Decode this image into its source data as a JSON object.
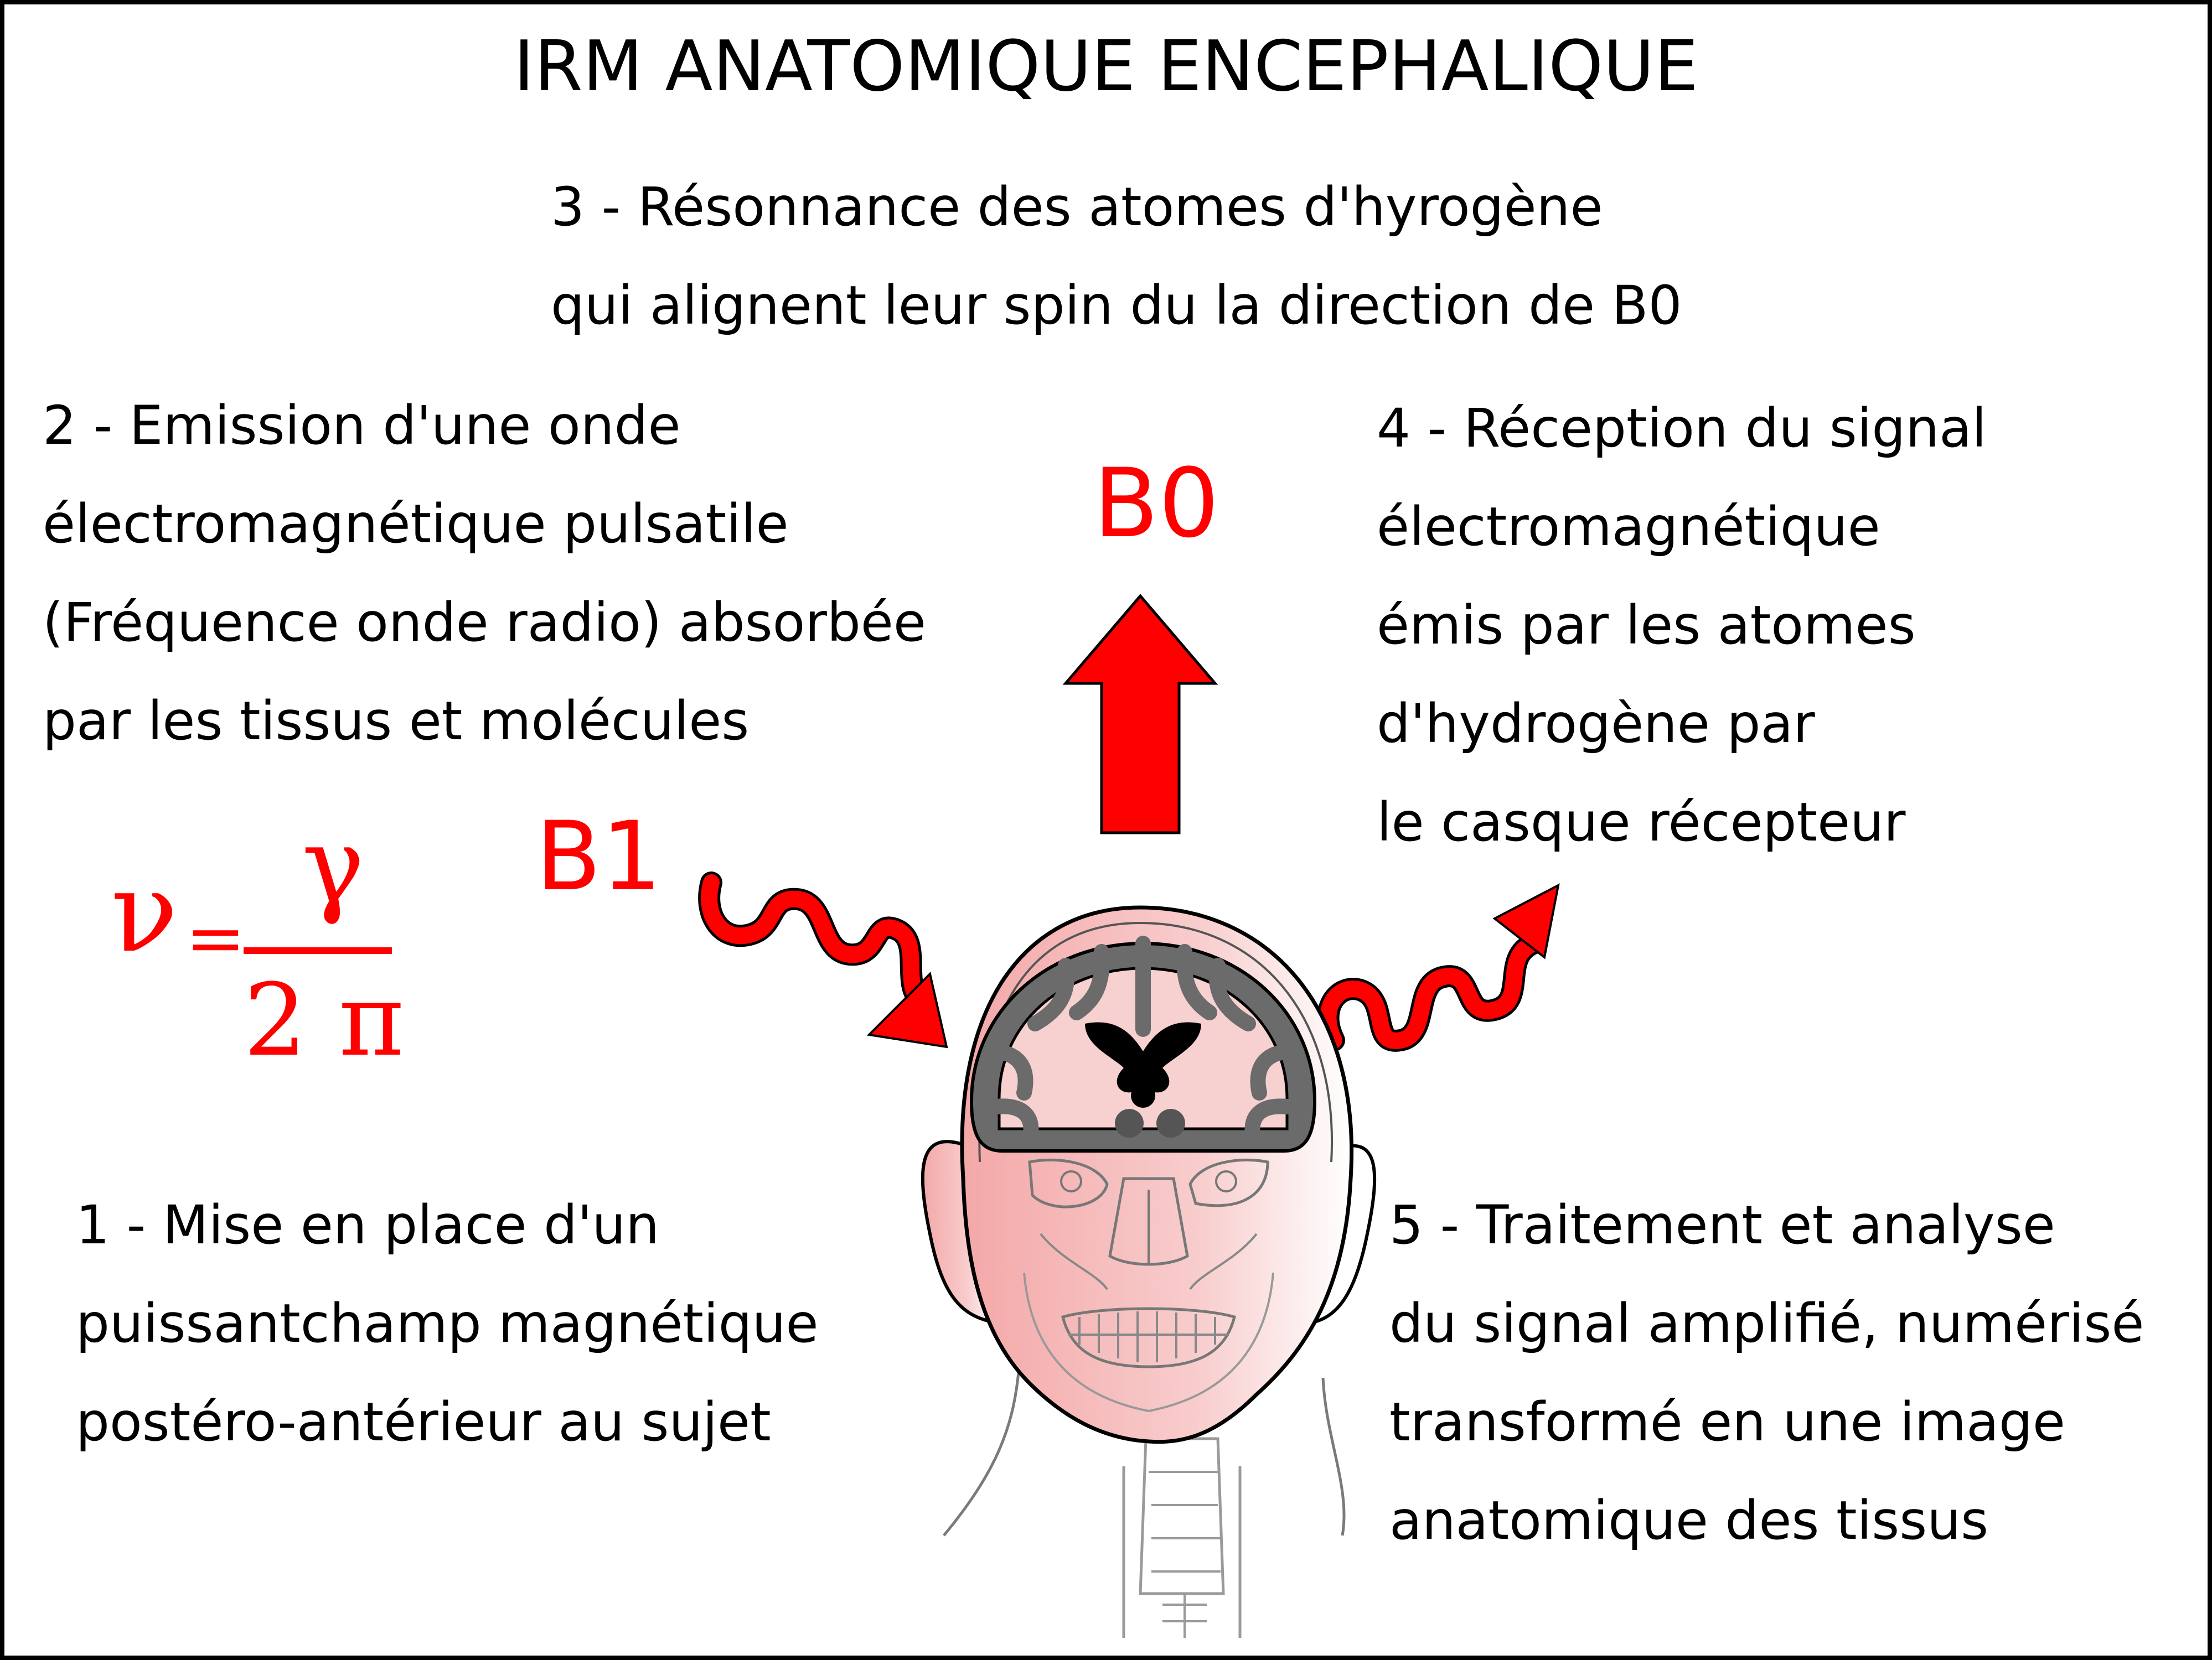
{
  "title": "IRM ANATOMIQUE ENCEPHALIQUE",
  "colors": {
    "accent": "#ff0000",
    "text": "#000000",
    "skin": "#f7c6c6",
    "brain_gray": "#6b6b6b"
  },
  "steps": {
    "step3": [
      "3 - Résonnance des atomes d'hyrogène",
      "qui alignent leur spin du la direction de B0"
    ],
    "step2": [
      "2 - Emission d'une onde",
      "électromagnétique pulsatile",
      "(Fréquence onde radio) absorbée",
      "par les tissus et molécules"
    ],
    "step4": [
      "4 - Réception du signal",
      "électromagnétique",
      "émis par les atomes",
      "d'hydrogène par",
      "le casque récepteur"
    ],
    "step1": [
      "1 - Mise en place d'un",
      "puissantchamp magnétique",
      "postéro-antérieur au sujet"
    ],
    "step5": [
      "5 - Traitement et analyse",
      "du signal amplifié, numérisé",
      "transformé en une image",
      "anatomique des tissus"
    ]
  },
  "labels": {
    "b0": "B0",
    "b1": "B1"
  },
  "formula": {
    "nu": "ν",
    "equals": "=",
    "numerator": "γ",
    "denominator": "2 π"
  },
  "icons": {
    "b0_arrow": "up-arrow-icon",
    "b1_wave": "wavy-arrow-icon",
    "signal_wave": "wavy-arrow-icon",
    "head": "head-anatomy-icon"
  }
}
